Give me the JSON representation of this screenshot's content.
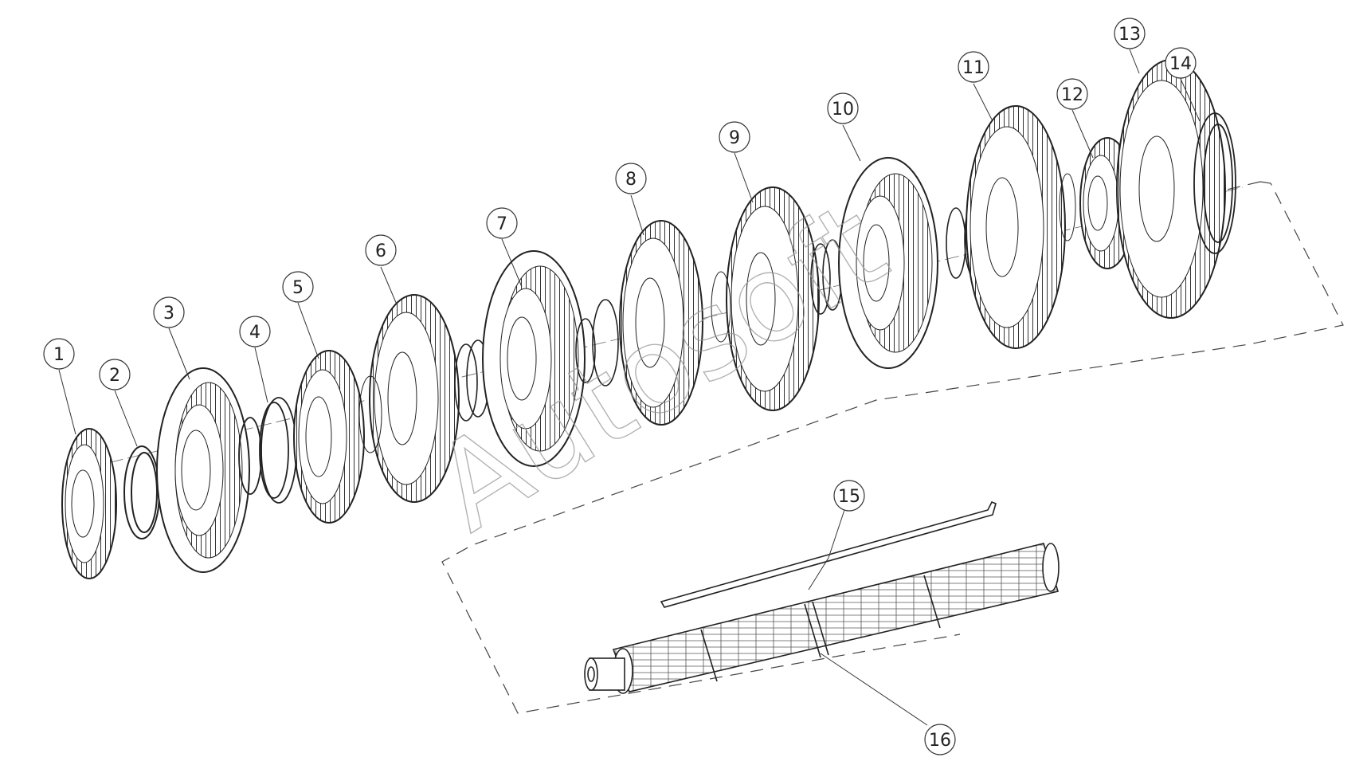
{
  "diagram": {
    "callouts": [
      "1",
      "2",
      "3",
      "4",
      "5",
      "6",
      "7",
      "8",
      "9",
      "10",
      "11",
      "12",
      "13",
      "14",
      "15",
      "16"
    ],
    "watermark": "Autosoft"
  }
}
